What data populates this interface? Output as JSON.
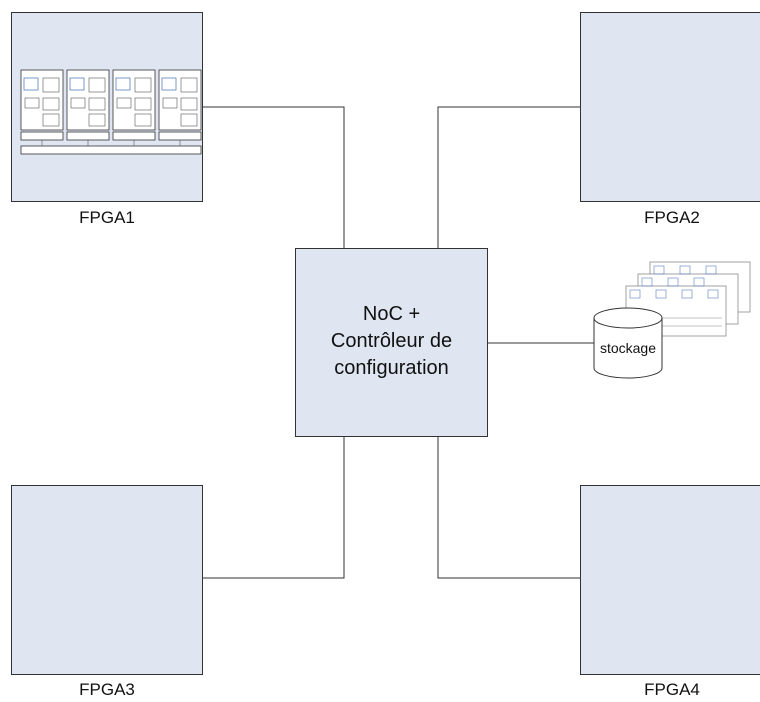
{
  "fpga1": {
    "label": "FPGA1"
  },
  "fpga2": {
    "label": "FPGA2"
  },
  "fpga3": {
    "label": "FPGA3"
  },
  "fpga4": {
    "label": "FPGA4"
  },
  "center": {
    "lines": [
      "NoC +",
      "Contrôleur de",
      "configuration"
    ]
  },
  "storage": {
    "label": "stockage"
  },
  "colors": {
    "box_fill": "#dfe6f2",
    "stroke": "#333333"
  }
}
